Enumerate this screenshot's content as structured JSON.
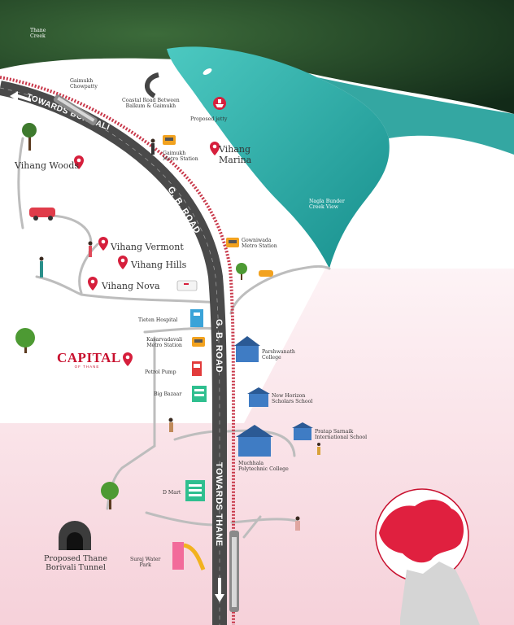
{
  "labels": {
    "thane_creek": "Thane\nCreek",
    "gaimukh_chowpatty": "Gaimukh\nChowpatty",
    "coastal_road": "Coastal Road Between\nBalkum & Gaimukh",
    "proposed_jetty": "Proposed jetty",
    "gaimukh_metro": "Gaimukh\nMetro Station",
    "vihang_marina": "Vihang\nMarina",
    "vihang_woods": "Vihang Woods",
    "nagla_bunder": "Nagla Bunder\nCreek View",
    "gowniwada_metro": "Gowniwada\nMetro Station",
    "vihang_vermont": "Vihang Vermont",
    "vihang_hills": "Vihang Hills",
    "vihang_nova": "Vihang Nova",
    "tieten_hospital": "Tieten Hospital",
    "kasarvadavali_metro": "Kasarvadavali\nMetro Station",
    "parshwanath_college": "Parshwanath\nCollege",
    "petrol_pump": "Petrol Pump",
    "big_bazaar": "Big Bazaar",
    "new_horizon": "New Horizon\nScholars School",
    "pratap_sarnaik": "Pratap Sarnaik\nInternational School",
    "muchhala": "Muchhala\nPolytechnic College",
    "d_mart": "D Mart",
    "suraj_water_park": "Suraj Water\nPark",
    "thane_borivali_tunnel": "Proposed Thane\nBorivali Tunnel"
  },
  "roads": {
    "towards_borivali": "TOWARDS BORIVALI",
    "gb_road_upper": "G. B. ROAD",
    "gb_road_lower": "G. B. ROAD",
    "towards_thane": "TOWARDS THANE"
  },
  "brand": {
    "name": "CAPITAL",
    "tagline": "OF THANE"
  },
  "colors": {
    "water": "#2bb5b0",
    "forest": "#1f4a2b",
    "road": "#4a4a4a",
    "rail": "#c8384a",
    "pin": "#d61f3c",
    "highlight": "#e0203f",
    "pink_zone": "#f6d4dc"
  }
}
